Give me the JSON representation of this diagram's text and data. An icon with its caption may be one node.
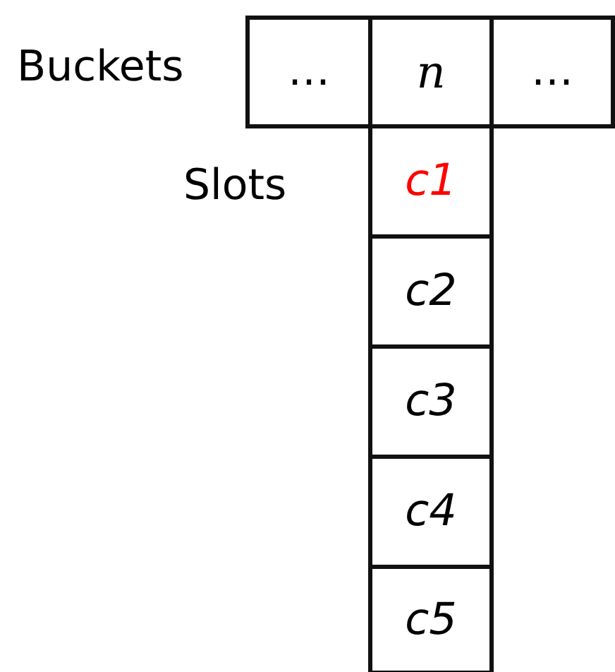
{
  "diagram": {
    "nodes": [
      {
        "text": [
          "…"
        ]
      },
      {
        "text": [
          "n"
        ]
      },
      {
        "text": [
          "…"
        ]
      },
      {
        "text": [
          "c1"
        ]
      },
      {
        "text": [
          "c2"
        ]
      },
      {
        "text": [
          "c3"
        ]
      },
      {
        "text": [
          "c4"
        ]
      },
      {
        "text": [
          "c5"
        ]
      }
    ],
    "labels": [
      "Buckets",
      "Slots"
    ]
  }
}
